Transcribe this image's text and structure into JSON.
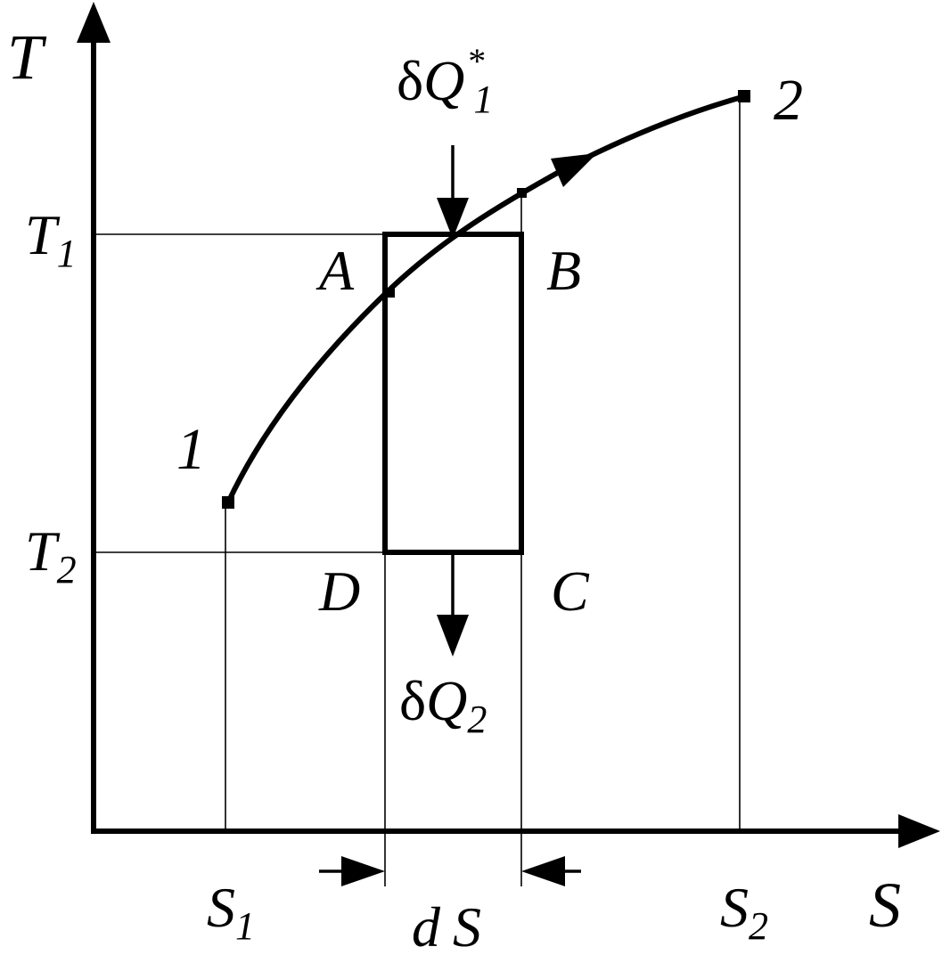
{
  "axes": {
    "y_label": "T",
    "x_label": "S"
  },
  "temperatures": {
    "t1": {
      "base": "T",
      "sub": "1"
    },
    "t2": {
      "base": "T",
      "sub": "2"
    }
  },
  "entropies": {
    "s1": {
      "base": "S",
      "sub": "1"
    },
    "s2": {
      "base": "S",
      "sub": "2"
    }
  },
  "points": {
    "start": "1",
    "end": "2"
  },
  "corners": {
    "a": "A",
    "b": "B",
    "c": "C",
    "d": "D"
  },
  "heat": {
    "in": {
      "delta": "δ",
      "base": "Q",
      "sub": "1",
      "sup": "*"
    },
    "out": {
      "delta": "δ",
      "base": "Q",
      "sub": "2"
    }
  },
  "interval": {
    "d": "d",
    "s": "S"
  }
}
